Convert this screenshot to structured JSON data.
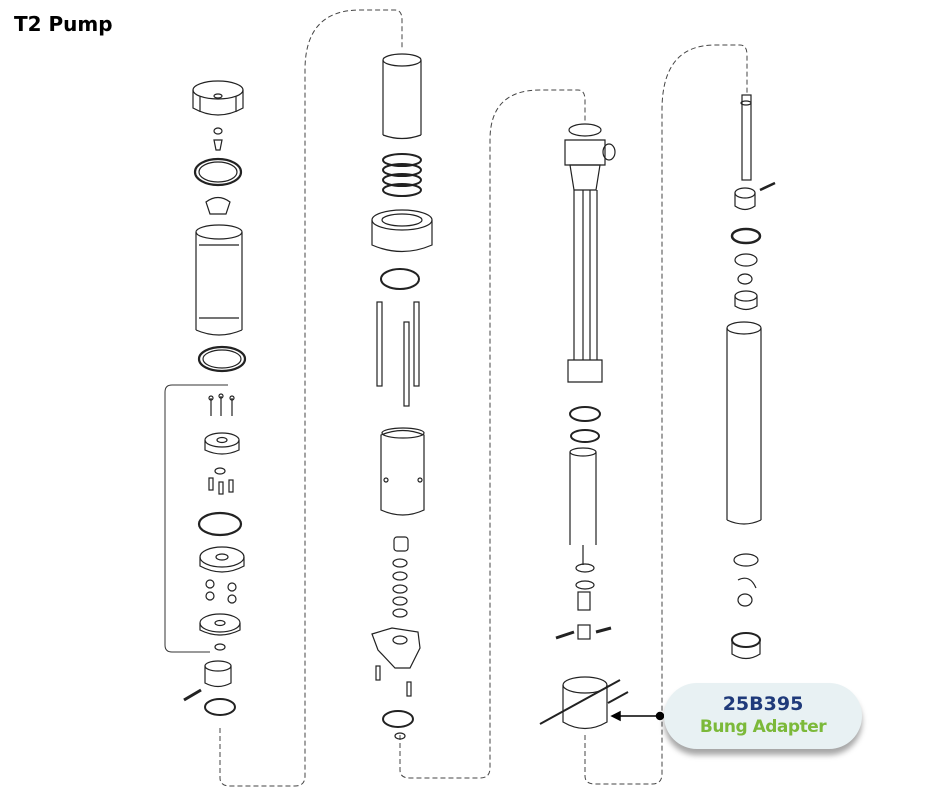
{
  "title": "T2 Pump",
  "callout": {
    "part_number": "25B395",
    "part_name": "Bung Adapter",
    "colors": {
      "part_number": "#1f3a7a",
      "part_name": "#7cb93a",
      "background": "#e8f1f3"
    }
  }
}
